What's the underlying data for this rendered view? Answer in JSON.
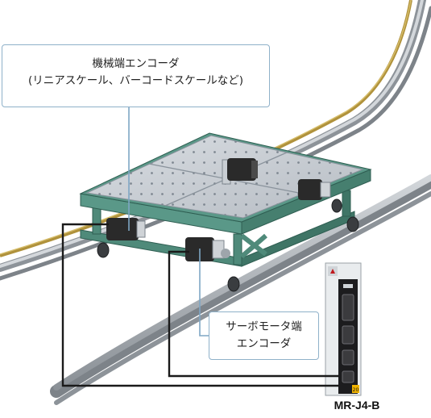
{
  "callouts": {
    "machine_encoder": {
      "line1": "機械端エンコーダ",
      "line2": "(リニアスケール、バーコードスケールなど)"
    },
    "servo_encoder": {
      "line1": "サーボモータ端",
      "line2": "エンコーダ"
    }
  },
  "amplifier": {
    "model": "MR-J4-B",
    "front_mark": "20"
  },
  "colors": {
    "rail": "#9aa0a6",
    "frame": "#4f8a7a",
    "plate": "#c8cdd3",
    "motor": "#2a2a2a",
    "amp_body": "#e9ecee",
    "amp_panel": "#1c1c1e",
    "cable": "#1a1a1a",
    "leader": "#7ea6c4",
    "callout_border": "#8fb1c9"
  }
}
